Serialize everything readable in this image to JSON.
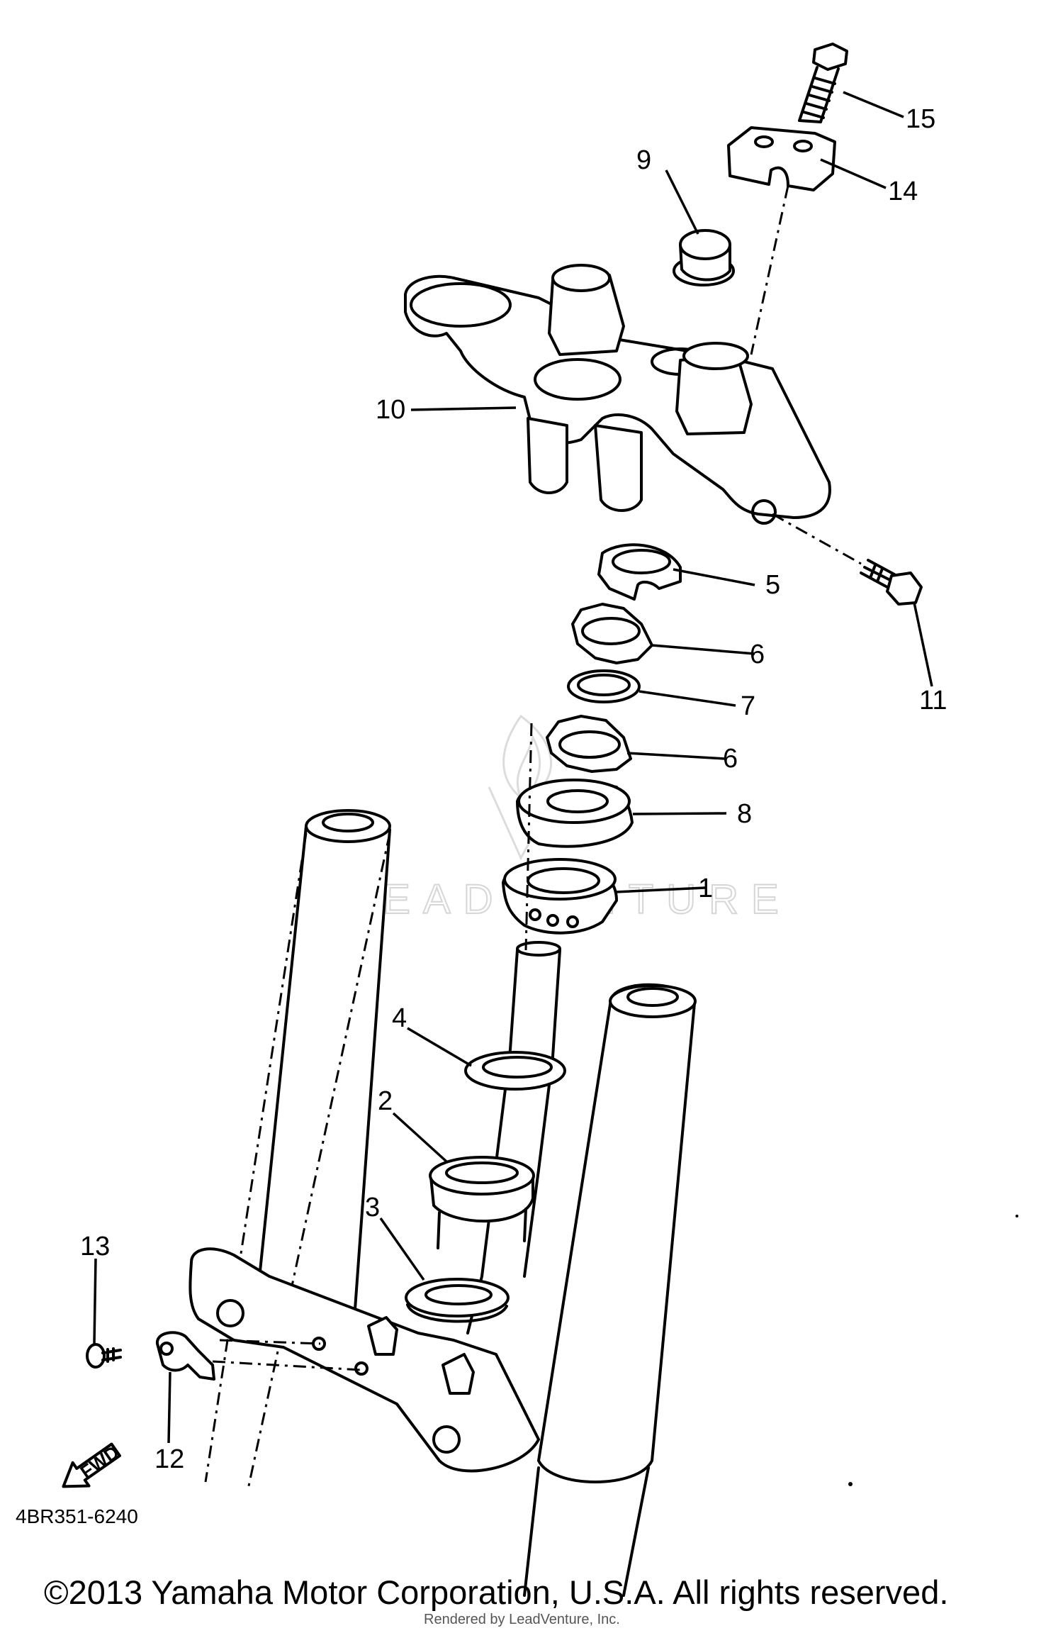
{
  "diagram": {
    "code": "4BR351-6240",
    "copyright": "©2013 Yamaha Motor Corporation, U.S.A. All rights reserved.",
    "rendered_by": "Rendered by LeadVenture, Inc.",
    "watermark": "LEADVENTURE",
    "direction_label": "FWD",
    "callouts": [
      "15",
      "14",
      "9",
      "10",
      "5",
      "6",
      "7",
      "6",
      "8",
      "1",
      "11",
      "4",
      "2",
      "3",
      "13",
      "12"
    ]
  }
}
